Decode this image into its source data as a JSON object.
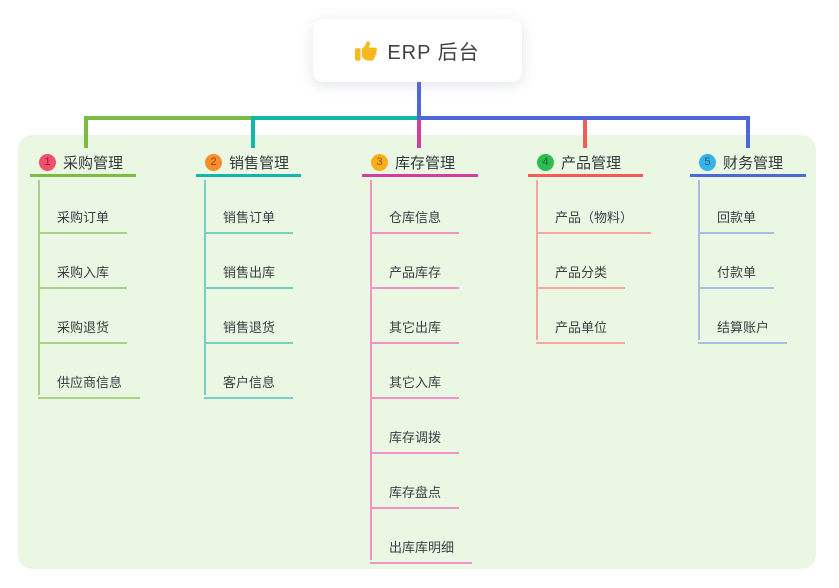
{
  "root": {
    "title": "ERP 后台",
    "icon": "thumbs-up"
  },
  "panel": {
    "background": "#eaf7e3"
  },
  "connector": {
    "root_stem_color": "#4d68d8"
  },
  "icon_colors": {
    "thumb_yellow": "#f5b91e"
  },
  "branches": [
    {
      "num": "1",
      "title": "采购管理",
      "badge_color": "#f0506c",
      "line_color": "#7cbb44",
      "subline_color": "#a9d187",
      "items": [
        "采购订单",
        "采购入库",
        "采购退货",
        "供应商信息"
      ]
    },
    {
      "num": "2",
      "title": "销售管理",
      "badge_color": "#f98e2b",
      "line_color": "#12b7ab",
      "subline_color": "#79cfc8",
      "items": [
        "销售订单",
        "销售出库",
        "销售退货",
        "客户信息"
      ]
    },
    {
      "num": "3",
      "title": "库存管理",
      "badge_color": "#fbae17",
      "line_color": "#d63da1",
      "subline_color": "#ef93c9",
      "items": [
        "仓库信息",
        "产品库存",
        "其它出库",
        "其它入库",
        "库存调拨",
        "库存盘点",
        "出库库明细"
      ]
    },
    {
      "num": "4",
      "title": "产品管理",
      "badge_color": "#2cbd52",
      "line_color": "#f45b57",
      "subline_color": "#f9a6a2",
      "items": [
        "产品（物料）",
        "产品分类",
        "产品单位"
      ]
    },
    {
      "num": "5",
      "title": "财务管理",
      "badge_color": "#36b3e8",
      "line_color": "#4d68d8",
      "subline_color": "#a9bce2",
      "items": [
        "回款单",
        "付款单",
        "结算账户"
      ]
    }
  ]
}
